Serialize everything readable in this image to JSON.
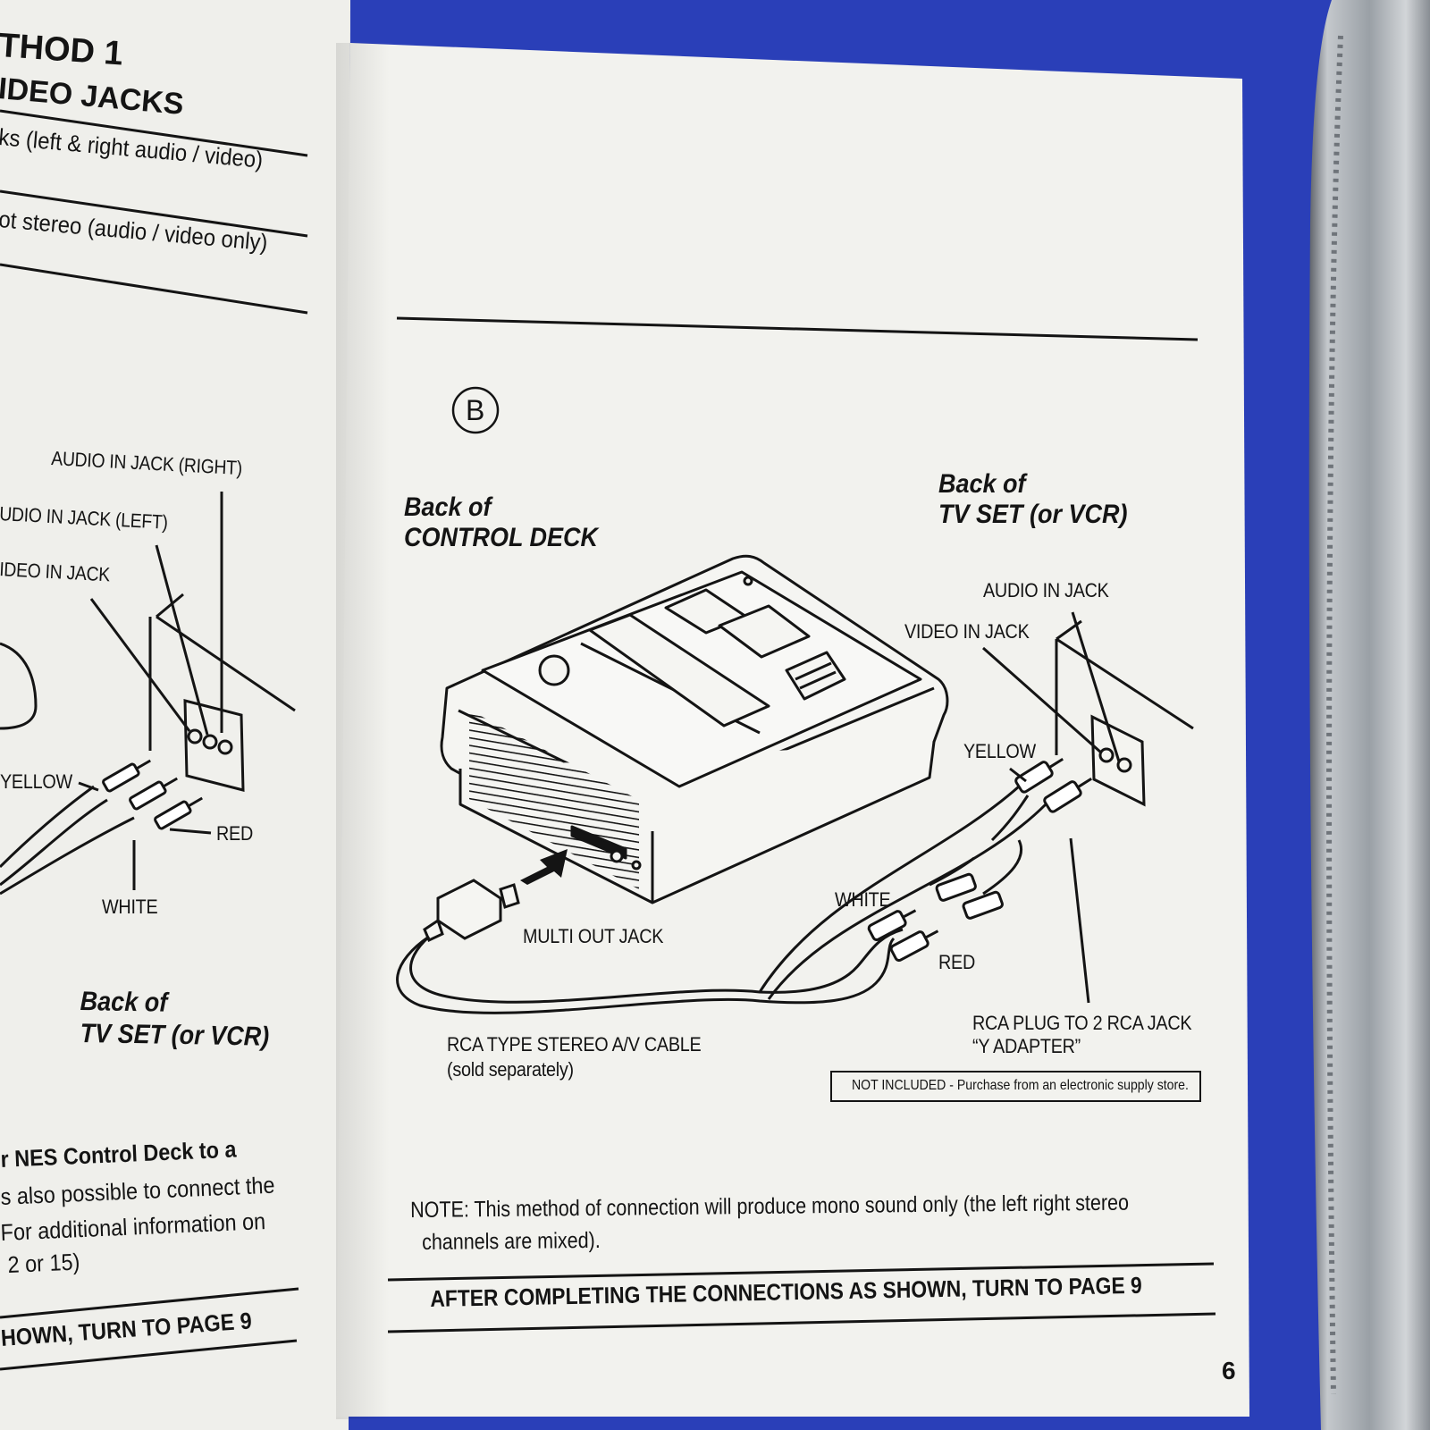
{
  "left_page": {
    "heading_line1": "THOD 1",
    "heading_line2": "IDEO JACKS",
    "row1_text": "ks (left & right audio / video)",
    "row2_text": "ot stereo (audio / video only)",
    "label_audio_right": "AUDIO IN JACK (RIGHT)",
    "label_audio_left": "UDIO IN JACK (LEFT)",
    "label_video": "IDEO IN JACK",
    "label_yellow": "YELLOW",
    "label_red": "RED",
    "label_white": "WHITE",
    "tv_label_line1": "Back of",
    "tv_label_line2": "TV SET (or VCR)",
    "para_line1": "r NES Control Deck to a",
    "para_line2": "s also possible to connect the",
    "para_line3": "For additional information on",
    "para_line4": "2 or 15)",
    "footer_text": "HOWN, TURN TO PAGE 9"
  },
  "right_page": {
    "circle_marker": "B",
    "deck_label_line1": "Back of",
    "deck_label_line2": "CONTROL DECK",
    "tv_label_line1": "Back of",
    "tv_label_line2": "TV SET (or VCR)",
    "label_audio_in": "AUDIO IN JACK",
    "label_video_in": "VIDEO IN JACK",
    "label_yellow": "YELLOW",
    "label_white": "WHITE",
    "label_red": "RED",
    "label_multi_out": "MULTI OUT JACK",
    "cable_label_line1": "RCA TYPE STEREO A/V CABLE",
    "cable_label_line2": "(sold separately)",
    "adapter_label_line1": "RCA PLUG TO 2 RCA JACK",
    "adapter_label_line2": "“Y ADAPTER”",
    "not_included_note": "NOT INCLUDED - Purchase from an electronic supply store.",
    "note_line1": "NOTE: This method of connection will produce mono sound only (the left right stereo",
    "note_line2": "channels are mixed).",
    "footer_text": "AFTER COMPLETING THE CONNECTIONS AS SHOWN, TURN TO PAGE 9",
    "page_number": "6"
  },
  "colors": {
    "cover_blue": "#2a3fb8",
    "page_paper": "#f0f0ec",
    "ink": "#141414",
    "binder_silver": "#a9aeb4"
  }
}
